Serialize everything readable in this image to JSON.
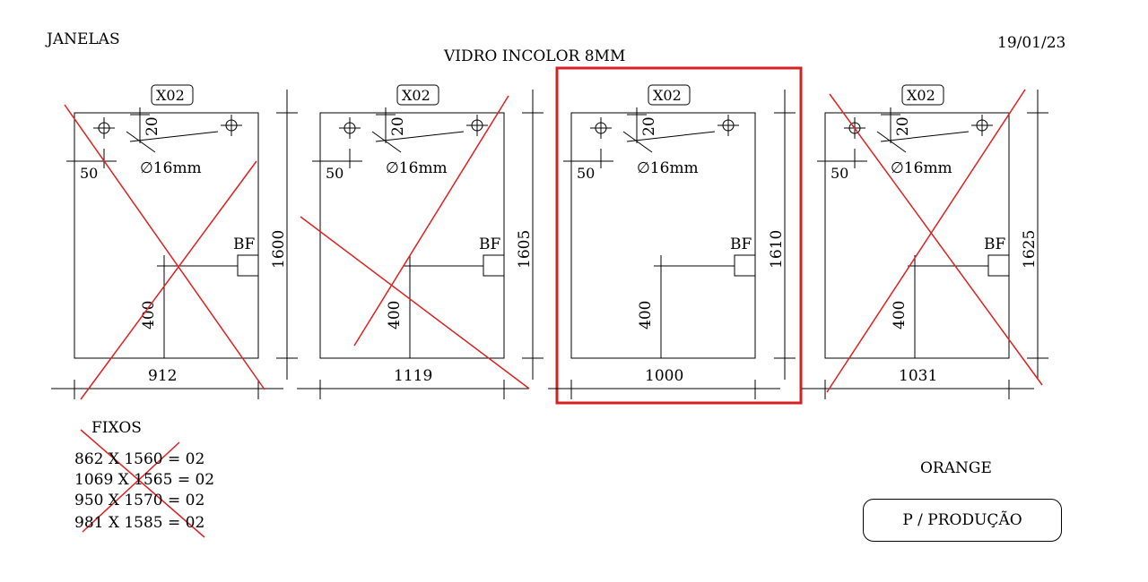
{
  "header": {
    "section_title": "JANELAS",
    "subtitle": "VIDRO INCOLOR 8MM",
    "date": "19/01/23"
  },
  "panels": [
    {
      "qty_label": "X02",
      "hole_offset": "20",
      "edge_offset": "50",
      "hole_dia": "∅16mm",
      "handle": "BF",
      "handle_height": "400",
      "height": "1600",
      "width": "912",
      "crossed": true,
      "highlighted": false
    },
    {
      "qty_label": "X02",
      "hole_offset": "20",
      "edge_offset": "50",
      "hole_dia": "∅16mm",
      "handle": "BF",
      "handle_height": "400",
      "height": "1605",
      "width": "1119",
      "crossed": true,
      "highlighted": false
    },
    {
      "qty_label": "X02",
      "hole_offset": "20",
      "edge_offset": "50",
      "hole_dia": "∅16mm",
      "handle": "BF",
      "handle_height": "400",
      "height": "1610",
      "width": "1000",
      "crossed": false,
      "highlighted": true
    },
    {
      "qty_label": "X02",
      "hole_offset": "20",
      "edge_offset": "50",
      "hole_dia": "∅16mm",
      "handle": "BF",
      "handle_height": "400",
      "height": "1625",
      "width": "1031",
      "crossed": true,
      "highlighted": false
    }
  ],
  "fixos": {
    "title": "FIXOS",
    "items": [
      "862 X 1560 = 02",
      "1069 X 1565 = 02",
      "950 X 1570 = 02",
      "981 X 1585 = 02"
    ],
    "crossed": true
  },
  "client": "ORANGE",
  "status_button": "P / PRODUÇÃO",
  "colors": {
    "line": "#000000",
    "cross": "#e02020",
    "highlight": "#d42020"
  }
}
